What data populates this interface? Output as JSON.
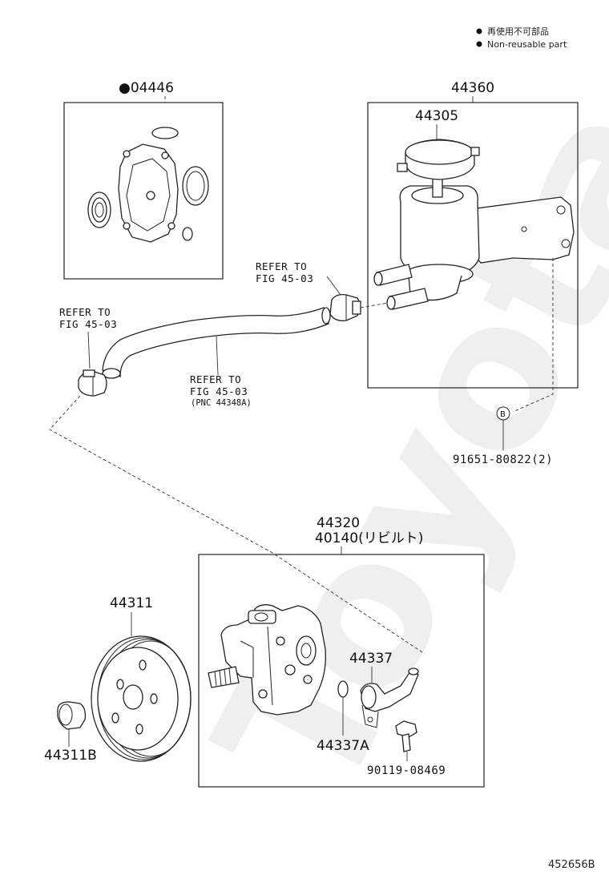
{
  "legend": {
    "line1": "再使用不可部品",
    "line2": "Non-reusable part"
  },
  "watermark": "Toyota",
  "labels": {
    "gasket_kit": "●04446",
    "reservoir_assy": "44360",
    "reservoir_cap": "44305",
    "refer_upper_1": "REFER TO",
    "refer_upper_2": "FIG 45-03",
    "refer_left_1": "REFER TO",
    "refer_left_2": "FIG 45-03",
    "refer_hose_1": "REFER TO",
    "refer_hose_2": "FIG 45-03",
    "refer_hose_3": "(PNC 44348A)",
    "bolt_callout": "B",
    "bolt_part": "91651-80822(2)",
    "pump_assy": "44320",
    "pump_rebuilt": "40140(リビルト)",
    "pulley": "44311",
    "pulley_nut": "44311B",
    "union": "44337",
    "oring": "44337A",
    "union_bolt": "90119-08469"
  },
  "footer": {
    "illustration_id": "452656B"
  }
}
